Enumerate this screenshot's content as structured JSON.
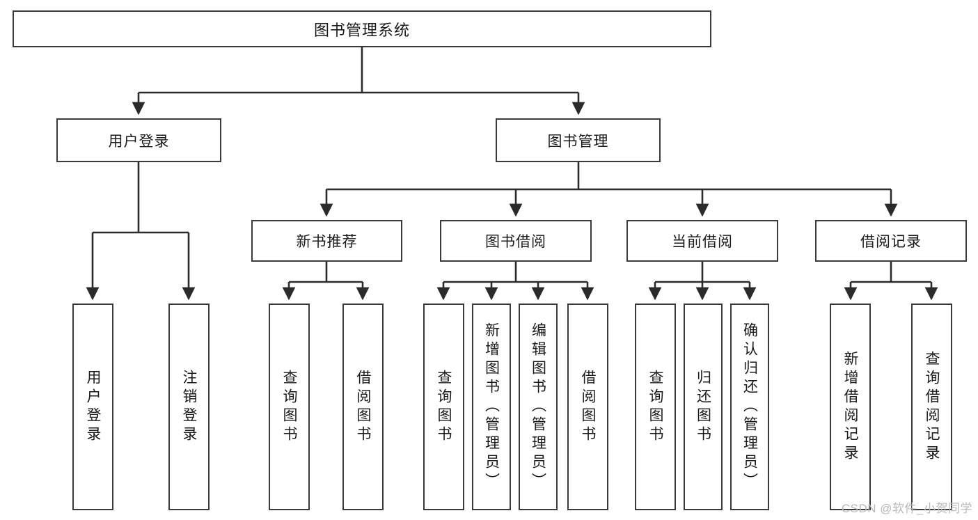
{
  "diagram": {
    "type": "tree-hierarchy-diagram",
    "title": "图书管理系统",
    "watermark": "CSDN @软件_小贺同学",
    "colors": {
      "box_border": "#3a3a3a",
      "box_fill": "#ffffff",
      "connector": "#2b2b2b",
      "text": "#1a1a1a",
      "watermark": "#b9b9b9",
      "background": "#ffffff"
    },
    "root": {
      "label": "图书管理系统"
    },
    "level1": [
      {
        "label": "用户登录"
      },
      {
        "label": "图书管理"
      }
    ],
    "level2": [
      {
        "label": "新书推荐"
      },
      {
        "label": "图书借阅"
      },
      {
        "label": "当前借阅"
      },
      {
        "label": "借阅记录"
      }
    ],
    "leaves": {
      "user_login": [
        {
          "label": "用户登录"
        },
        {
          "label": "注销登录"
        }
      ],
      "new_book_recommend": [
        {
          "label": "查询图书"
        },
        {
          "label": "借阅图书"
        }
      ],
      "book_borrow": [
        {
          "label": "查询图书"
        },
        {
          "label": "新增图书（管理员）"
        },
        {
          "label": "编辑图书（管理员）"
        },
        {
          "label": "借阅图书"
        }
      ],
      "current_borrow": [
        {
          "label": "查询图书"
        },
        {
          "label": "归还图书"
        },
        {
          "label": "确认归还（管理员）"
        }
      ],
      "borrow_record": [
        {
          "label": "新增借阅记录"
        },
        {
          "label": "查询借阅记录"
        }
      ]
    }
  }
}
